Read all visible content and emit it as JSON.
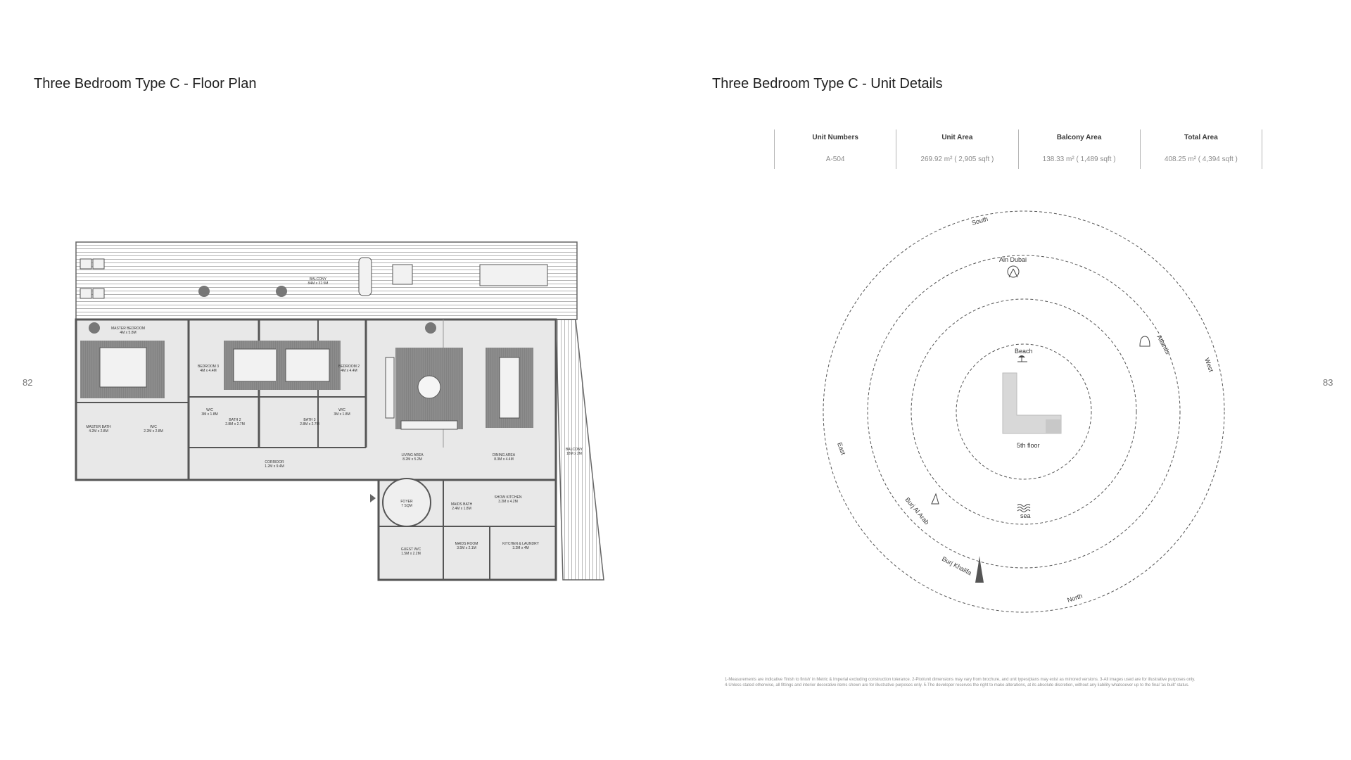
{
  "left_page": {
    "title": "Three Bedroom Type C - Floor Plan",
    "page_number": "82"
  },
  "right_page": {
    "title": "Three Bedroom Type C - Unit Details",
    "page_number": "83"
  },
  "unit_details": {
    "columns": [
      {
        "header": "Unit Numbers",
        "value": "A-504"
      },
      {
        "header": "Unit Area",
        "value": "269.92 m² ( 2,905 sqft )"
      },
      {
        "header": "Balcony Area",
        "value": "138.33 m² ( 1,489 sqft )"
      },
      {
        "header": "Total Area",
        "value": "408.25 m² ( 4,394 sqft )"
      }
    ]
  },
  "floor_plan": {
    "rooms": {
      "balcony_top": "BALCONY",
      "balcony_top_dim": "84M x 32.5M",
      "master_bedroom": "MASTER BEDROOM",
      "master_bedroom_dim": "4M x 5.8M",
      "bedroom3": "BEDROOM 3",
      "bedroom3_dim": "4M x 4.4M",
      "bedroom2": "BEDROOM 2",
      "bedroom2_dim": "4M x 4.4M",
      "wic_left": "W/C",
      "wic_left_dim": "3M x 1.8M",
      "wic_right": "W/C",
      "wic_right_dim": "3M x 1.8M",
      "bath2": "BATH 2",
      "bath2_dim": "2.8M x 2.7M",
      "bath3": "BATH 3",
      "bath3_dim": "2.8M x 2.7M",
      "master_bath": "MASTER BATH",
      "master_bath_dim": "4.2M x 2.8M",
      "master_wic": "W/C",
      "master_wic_dim": "2.2M x 2.8M",
      "corridor": "CORRIDOR",
      "corridor_dim": "1.2M x 9.4M",
      "living": "LIVING AREA",
      "living_dim": "8.2M x 5.2M",
      "dining": "DINING AREA",
      "dining_dim": "8.3M x 4.4M",
      "balcony_side": "BALCONY",
      "balcony_side_dim": "18M x 2M",
      "foyer": "FOYER",
      "foyer_dim": "7 SQM",
      "maids_bath": "MAIDS BATH",
      "maids_bath_dim": "2.4M x 1.8M",
      "show_kitchen": "SHOW KITCHEN",
      "show_kitchen_dim": "3.2M x 4.2M",
      "guest_wc": "GUEST W/C",
      "guest_wc_dim": "1.5M x 2.2M",
      "maids_room": "MAIDS ROOM",
      "maids_room_dim": "3.5M x 2.1M",
      "kitchen": "KITCHEN & LAUNDRY",
      "kitchen_dim": "3.2M x 4M"
    }
  },
  "location": {
    "directions": {
      "south": "South",
      "west": "West",
      "north": "North",
      "east": "East"
    },
    "landmarks": {
      "ain_dubai": "Ain Dubai",
      "atlantis": "Atlantis",
      "beach": "Beach",
      "sea": "sea",
      "burj_al_arab": "Burj Al Arab",
      "burj_khalifa": "Burj Khalifa",
      "floor": "5th floor"
    }
  },
  "disclaimer": {
    "line1": "1-Measurements are indicative 'finish to finish' in Metric & Imperial excluding construction tolerance. 2-Plot/unit dimensions may vary from brochure, and unit types/plans may exist as mirrored versions. 3-All images used are for illustrative purposes only.",
    "line2": "4-Unless stated otherwise, all fittings and interior decorative items shown are for illustrative purposes only. 5-The developer reserves the right to make alterations, at its absolute discretion, without any liability whatsoever up to the final 'as built' status."
  }
}
